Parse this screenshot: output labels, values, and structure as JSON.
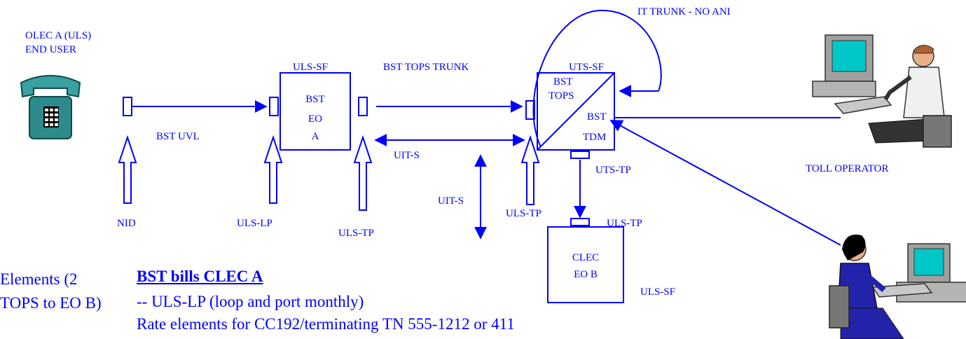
{
  "labels": {
    "olec_a_line1": "OLEC A (ULS)",
    "olec_a_line2": "END USER",
    "bst_uvl": "BST UVL",
    "nid": "NID",
    "uls_lp": "ULS-LP",
    "uls_sf_top": "ULS-SF",
    "bst_eo_line1": "BST",
    "bst_eo_line2": "EO",
    "bst_eo_line3": "A",
    "uls_tp_left": "ULS-TP",
    "bst_tops_trunk": "BST TOPS TRUNK",
    "uit_s_horizontal": "UIT-S",
    "uit_s_vertical": "UIT-S",
    "uls_tp_mid": "ULS-TP",
    "uts_sf": "UTS-SF",
    "tops_line1": "BST",
    "tops_line2": "TOPS",
    "tdm_line1": "BST",
    "tdm_line2": "TDM",
    "it_trunk": "IT TRUNK - NO ANI",
    "uts_tp": "UTS-TP",
    "uls_tp_right": "ULS-TP",
    "clec_line1": "CLEC",
    "clec_line2": "EO B",
    "uls_sf_right": "ULS-SF",
    "toll_operator": "TOLL OPERATOR"
  },
  "notes": {
    "elements_line1": "Elements  (2",
    "elements_line2": "TOPS to EO B)",
    "billing_title": "BST bills CLEC A",
    "billing_line1": "-- ULS-LP (loop and port monthly)",
    "billing_line2": "Rate elements for CC192/terminating TN 555-1212 or 411"
  },
  "colors": {
    "line": "#0000ff",
    "phone_body": "#2e8b8b",
    "monitor_screen": "#00c8c8",
    "equipment_gray": "#a0a0a0",
    "operator_suit": "#2222aa"
  },
  "icons": [
    "telephone-icon",
    "male-operator-icon",
    "female-operator-icon"
  ]
}
